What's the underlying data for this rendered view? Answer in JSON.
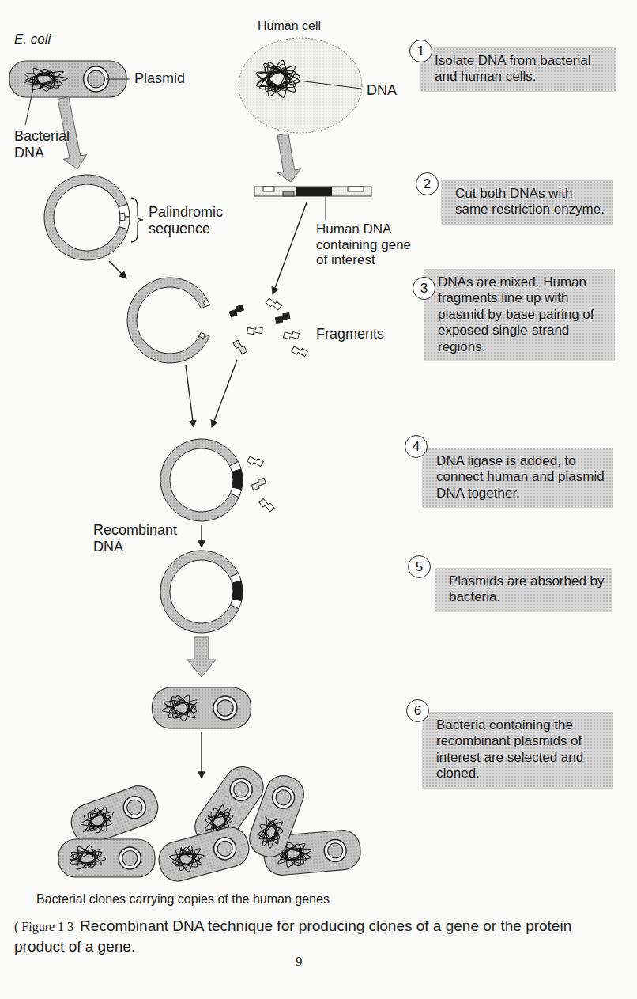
{
  "diagram": {
    "caption": "Recombinant DNA technique for producing clones of a gene or the protein product of a gene.",
    "nodes": [
      {
        "text": [
          "1",
          "Isolate DNA from bacterial and human cells."
        ]
      },
      {
        "text": [
          "2",
          "Cut both DNAs with same restriction enzyme."
        ]
      },
      {
        "text": [
          "3",
          "DNAs are mixed. Human fragments line up with plasmid by base pairing of exposed single-strand regions."
        ]
      },
      {
        "text": [
          "4",
          "DNA ligase is added, to connect human and plasmid DNA together."
        ]
      },
      {
        "text": [
          "5",
          "Plasmids are absorbed by bacteria."
        ]
      },
      {
        "text": [
          "6",
          "Bacteria containing the recombinant plasmids of interest are selected and cloned."
        ]
      }
    ],
    "labels": [
      "E. coli",
      "Plasmid",
      "Bacterial DNA",
      "Human cell",
      "DNA",
      "Palindromic sequence",
      "Human DNA containing gene of interest",
      "Fragments",
      "Recombinant DNA",
      "Bacterial clones carrying copies of the human genes",
      "( Figure 1 3",
      "9"
    ]
  }
}
